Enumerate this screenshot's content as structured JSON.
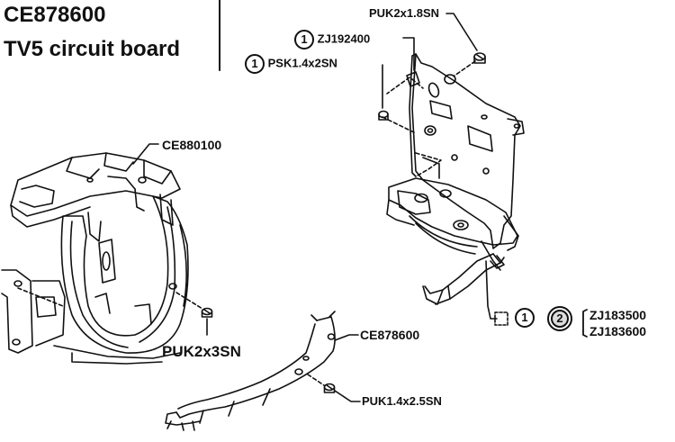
{
  "header": {
    "part_number": "CE878600",
    "part_name": "TV5 circuit board"
  },
  "callouts": {
    "screw_top": "PUK2x1.8SN",
    "ring_part_circle": "1",
    "ring_part": "ZJ192400",
    "screw_left_circle": "1",
    "screw_left": "PSK1.4x2SN",
    "frame": "CE880100",
    "screw_bottom_left": "PUK2x3SN",
    "board": "CE878600",
    "screw_board": "PUK1.4x2.5SN",
    "alt_circle_1": "1",
    "alt_circle_2": "2",
    "alt_part_1": "ZJ183500",
    "alt_part_2": "ZJ183600"
  },
  "colors": {
    "ink": "#111111",
    "paper": "#ffffff"
  }
}
